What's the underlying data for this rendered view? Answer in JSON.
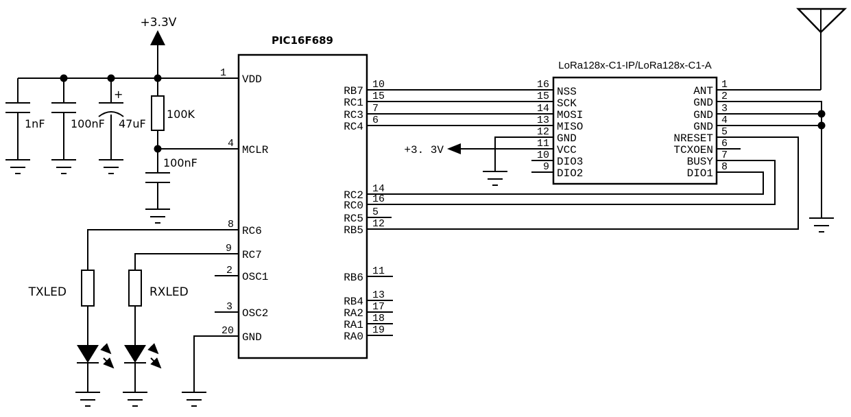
{
  "schematic": {
    "colors": {
      "line": "#000000",
      "background": "#ffffff"
    },
    "power": {
      "rail_label": "+3.3V",
      "vcc_arrow_label": "+3. 3V"
    },
    "components": {
      "cap1": "1nF",
      "cap2": "100nF",
      "cap3": "47uF",
      "cap3_polarity": "+",
      "resistor1": "100K",
      "cap4": "100nF",
      "tx_led": "TXLED",
      "rx_led": "RXLED"
    },
    "pic": {
      "title": "PIC16F689",
      "left_pins": [
        {
          "num": "1",
          "name": "VDD"
        },
        {
          "num": "4",
          "name": "MCLR"
        },
        {
          "num": "8",
          "name": "RC6"
        },
        {
          "num": "9",
          "name": "RC7"
        },
        {
          "num": "2",
          "name": "OSC1"
        },
        {
          "num": "3",
          "name": "OSC2"
        },
        {
          "num": "20",
          "name": "GND"
        }
      ],
      "right_pins": [
        {
          "num": "10",
          "name": "RB7"
        },
        {
          "num": "15",
          "name": "RC1"
        },
        {
          "num": "7",
          "name": "RC3"
        },
        {
          "num": "6",
          "name": "RC4"
        },
        {
          "num": "14",
          "name": "RC2"
        },
        {
          "num": "16",
          "name": "RC0"
        },
        {
          "num": "5",
          "name": "RC5"
        },
        {
          "num": "12",
          "name": "RB5"
        },
        {
          "num": "11",
          "name": "RB6"
        },
        {
          "num": "13",
          "name": "RB4"
        },
        {
          "num": "17",
          "name": "RA2"
        },
        {
          "num": "18",
          "name": "RA1"
        },
        {
          "num": "19",
          "name": "RA0"
        }
      ]
    },
    "lora": {
      "title": "LoRa128x-C1-IP/LoRa128x-C1-A",
      "left_pins": [
        {
          "num": "16",
          "name": "NSS"
        },
        {
          "num": "15",
          "name": "SCK"
        },
        {
          "num": "14",
          "name": "MOSI"
        },
        {
          "num": "13",
          "name": "MISO"
        },
        {
          "num": "12",
          "name": "GND"
        },
        {
          "num": "11",
          "name": "VCC"
        },
        {
          "num": "10",
          "name": "DIO3"
        },
        {
          "num": "9",
          "name": "DIO2"
        }
      ],
      "right_pins": [
        {
          "num": "1",
          "name": "ANT"
        },
        {
          "num": "2",
          "name": "GND"
        },
        {
          "num": "3",
          "name": "GND"
        },
        {
          "num": "4",
          "name": "GND"
        },
        {
          "num": "5",
          "name": "NRESET"
        },
        {
          "num": "6",
          "name": "TCXOEN"
        },
        {
          "num": "7",
          "name": "BUSY"
        },
        {
          "num": "8",
          "name": "DIO1"
        }
      ]
    }
  }
}
